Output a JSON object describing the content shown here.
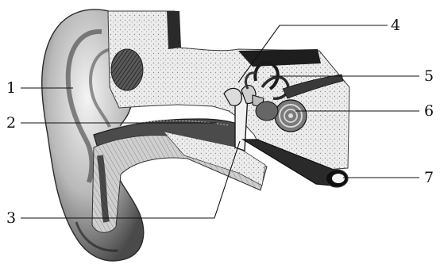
{
  "diagram": {
    "callouts": [
      {
        "id": "1",
        "label": "1"
      },
      {
        "id": "2",
        "label": "2"
      },
      {
        "id": "3",
        "label": "3"
      },
      {
        "id": "4",
        "label": "4"
      },
      {
        "id": "5",
        "label": "5"
      },
      {
        "id": "6",
        "label": "6"
      },
      {
        "id": "7",
        "label": "7"
      }
    ]
  },
  "colors": {
    "ink": "#111111",
    "skin_light": "#d9d9d9",
    "skin_mid": "#9a9a9a",
    "skin_dark": "#3a3a3a",
    "bone": "#e6e6e6"
  }
}
